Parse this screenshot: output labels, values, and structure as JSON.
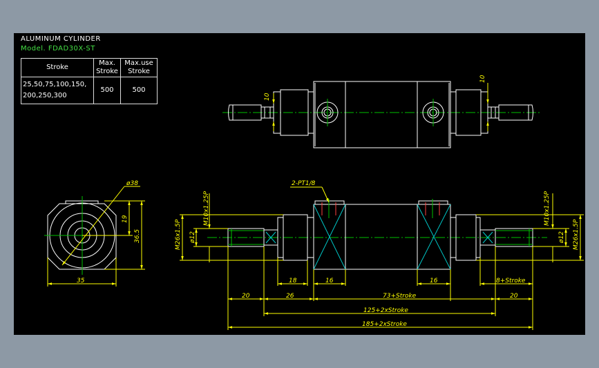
{
  "drawing": {
    "title": "ALUMINUM  CYLINDER",
    "model": "Model.  FDAD30X-ST"
  },
  "spec_table": {
    "headers": {
      "stroke": "Stroke",
      "max_stroke": [
        "Max.",
        "Stroke"
      ],
      "max_use_stroke": [
        "Max.use",
        "Stroke"
      ]
    },
    "rows": [
      {
        "stroke": [
          "25,50,75,100,150,",
          "200,250,300"
        ],
        "max_stroke": "500",
        "max_use_stroke": "500"
      }
    ]
  },
  "dimensions": {
    "top_view_left": "10",
    "top_view_right": "10",
    "end_diameter": "ø38",
    "end_half_height": "19",
    "end_height": "36.5",
    "end_width": "35",
    "port_callout": "2-PT1/8",
    "rod_thread_left": "M10x1.25P",
    "rod_thread_right": "M10x1.25P",
    "body_thread_left": "M26x1.5P",
    "body_thread_right": "M26x1.5P",
    "rod_dia_left": "ø12",
    "rod_dia_right": "ø12",
    "cap_len": "18",
    "port_left": "16",
    "port_right": "16",
    "right_len": "8+Stroke",
    "rod_left": "20",
    "left_26": "26",
    "body_len": "73+Stroke",
    "rod_right": "20",
    "mid_len": "125+2xStroke",
    "total_len": "185+2xStroke"
  },
  "colors": {
    "outline": "#ffffff",
    "dimension": "#ffff00",
    "centerline": "#00c000",
    "hatch": "#00c8c8",
    "title_text": "#ffffff",
    "model_text": "#44e044"
  }
}
